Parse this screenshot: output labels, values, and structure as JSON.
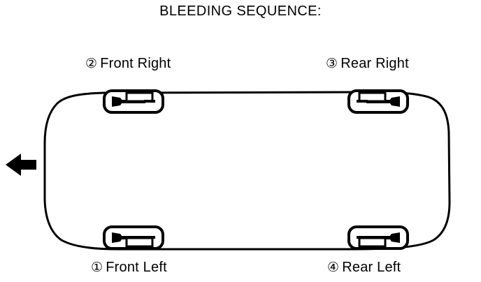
{
  "title": "BLEEDING SEQUENCE:",
  "colors": {
    "ink": "#000000",
    "background": "#ffffff"
  },
  "direction_arrow": {
    "icon": "arrow-left-icon",
    "points": "left",
    "meaning": "front of vehicle"
  },
  "vehicle": {
    "view": "underbody-top-view",
    "outline": "rounded-rectangle"
  },
  "wheels": [
    {
      "id": "front-right",
      "position": "top-left",
      "marker": "②",
      "number": 2,
      "label": "Front Right",
      "caliper_orientation": "nub-left"
    },
    {
      "id": "rear-right",
      "position": "top-right",
      "marker": "③",
      "number": 3,
      "label": "Rear Right",
      "caliper_orientation": "nub-right"
    },
    {
      "id": "front-left",
      "position": "bottom-left",
      "marker": "①",
      "number": 1,
      "label": "Front Left",
      "caliper_orientation": "nub-left"
    },
    {
      "id": "rear-left",
      "position": "bottom-right",
      "marker": "④",
      "number": 4,
      "label": "Rear Left",
      "caliper_orientation": "nub-right"
    }
  ],
  "sequence_order": [
    "Front Left",
    "Front Right",
    "Rear Right",
    "Rear Left"
  ]
}
